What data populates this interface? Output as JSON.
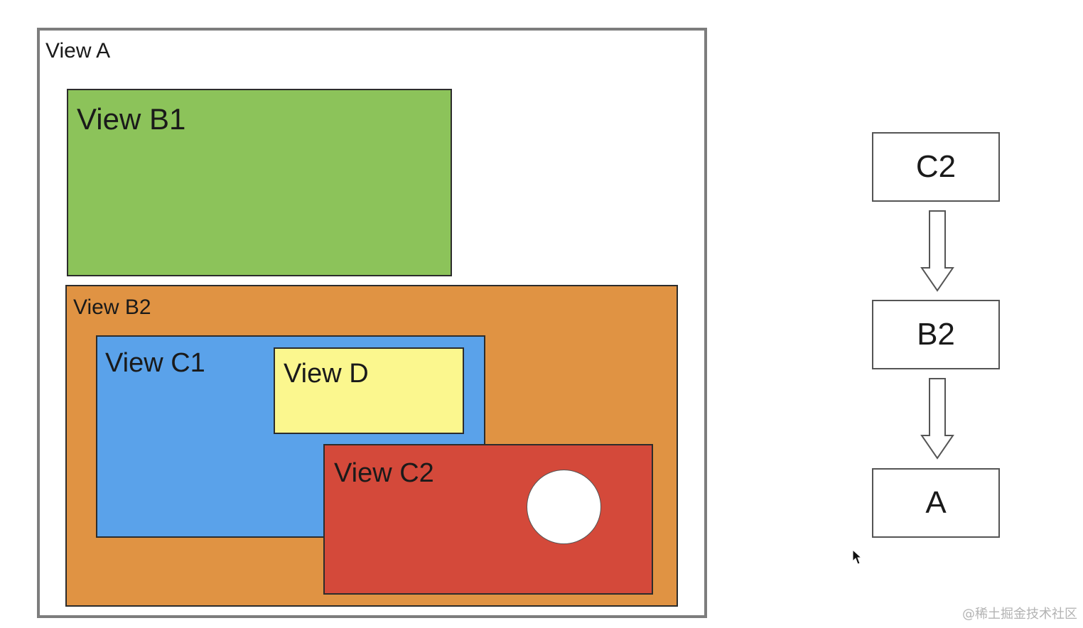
{
  "views": {
    "a": {
      "label": "View A",
      "color": "#ffffff"
    },
    "b1": {
      "label": "View B1",
      "color": "#8cc35a"
    },
    "b2": {
      "label": "View B2",
      "color": "#e09343"
    },
    "c1": {
      "label": "View C1",
      "color": "#5aa2ea"
    },
    "d": {
      "label": "View D",
      "color": "#fbf78e"
    },
    "c2": {
      "label": "View C2",
      "color": "#d4493a"
    }
  },
  "chain": {
    "nodes": [
      "C2",
      "B2",
      "A"
    ]
  },
  "watermark": "@稀土掘金技术社区"
}
